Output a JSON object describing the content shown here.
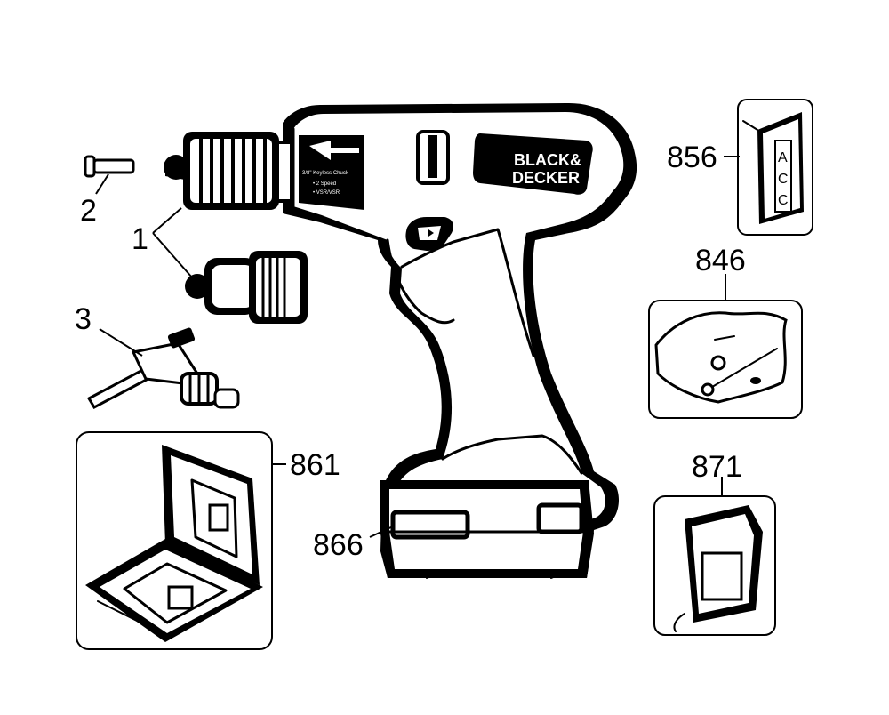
{
  "diagram": {
    "callouts": {
      "p1": "1",
      "p2": "2",
      "p3": "3",
      "p856": "856",
      "p846": "846",
      "p861": "861",
      "p866": "866",
      "p871": "871"
    },
    "drill_label": {
      "brand_line1": "BLACK&",
      "brand_line2": "DECKER",
      "plate_line1": "3/8\" Keyless Chuck",
      "plate_line2": "• 2 Speed",
      "plate_line3": "• VSR/VSR"
    },
    "acc_label": {
      "letters": [
        "A",
        "C",
        "C"
      ]
    },
    "style": {
      "ink": "#000000",
      "paper": "#ffffff"
    }
  }
}
